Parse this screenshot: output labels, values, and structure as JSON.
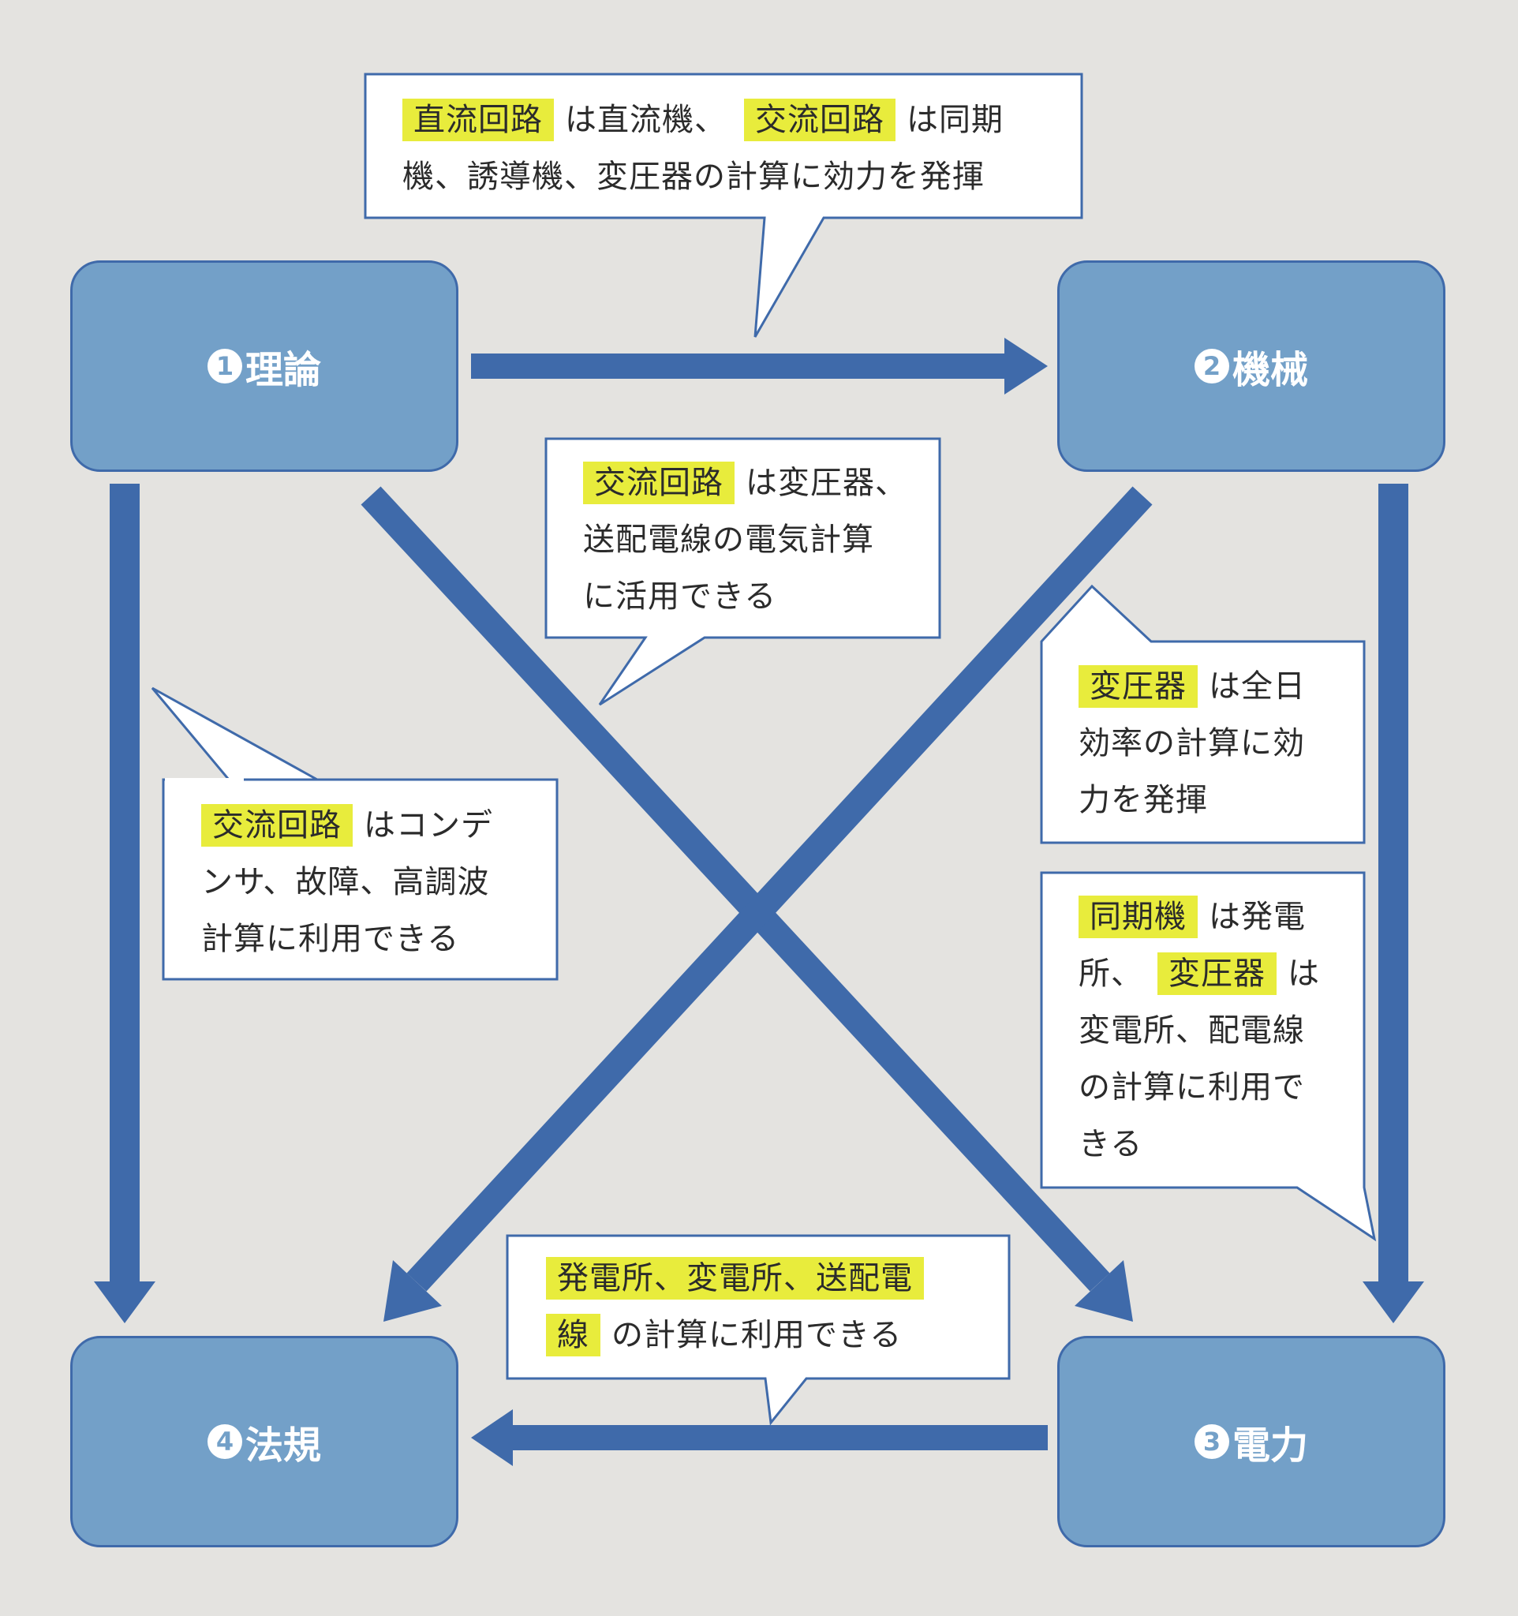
{
  "nodes": {
    "theory": {
      "num": "1",
      "label": "理論"
    },
    "machines": {
      "num": "2",
      "label": "機械"
    },
    "power": {
      "num": "3",
      "label": "電力"
    },
    "regulations": {
      "num": "4",
      "label": "法規"
    }
  },
  "bubbles": {
    "top": {
      "l1_hl1": "直流回路",
      "l1_t1": "は直流機、",
      "l1_hl2": "交流回路",
      "l1_t2": "は同期",
      "l2": "機、誘導機、変圧器の計算に効力を発揮"
    },
    "center": {
      "l1_hl": "交流回路",
      "l1_t": "は変圧器、",
      "l2": "送配電線の電気計算",
      "l3": "に活用できる"
    },
    "left": {
      "l1_hl": "交流回路",
      "l1_t": "はコンデ",
      "l2": "ンサ、故障、高調波",
      "l3": "計算に利用できる"
    },
    "right_top": {
      "l1_hl": "変圧器",
      "l1_t": "は全日",
      "l2": "効率の計算に効",
      "l3": "力を発揮"
    },
    "right_bottom": {
      "l1_hl": "同期機",
      "l1_t": "は発電",
      "l2_t": "所、",
      "l2_hl": "変圧器",
      "l2_t2": "は",
      "l3": "変電所、配電線",
      "l4": "の計算に利用で",
      "l5": "きる"
    },
    "bottom": {
      "l1_hl": "発電所、変電所、送配電",
      "l2_hl": "線",
      "l2_t": "の計算に利用できる"
    }
  },
  "colors": {
    "background": "#e4e3e0",
    "node_fill": "#73a0c8",
    "arrow": "#3f6aaa",
    "highlight": "#e8ec3c"
  }
}
